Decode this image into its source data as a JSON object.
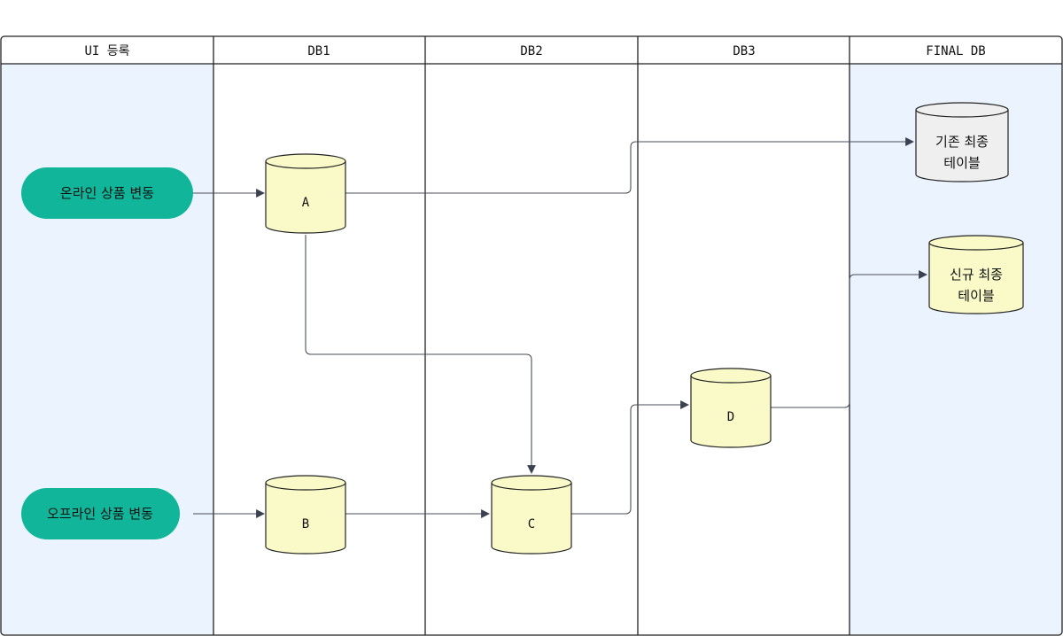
{
  "lanes": [
    {
      "title": "UI 등록"
    },
    {
      "title": "DB1"
    },
    {
      "title": "DB2"
    },
    {
      "title": "DB3"
    },
    {
      "title": "FINAL DB"
    }
  ],
  "sources": {
    "online": {
      "label": "온라인 상품 변동"
    },
    "offline": {
      "label": "오프라인 상품 변동"
    }
  },
  "databases": {
    "a": {
      "label": "A"
    },
    "b": {
      "label": "B"
    },
    "c": {
      "label": "C"
    },
    "d": {
      "label": "D"
    }
  },
  "final_tables": {
    "existing": {
      "line1": "기존 최종",
      "line2": "테이블"
    },
    "new": {
      "line1": "신규 최종",
      "line2": "테이블"
    }
  },
  "colors": {
    "source_fill": "#11b59a",
    "db_fill": "#fafac8",
    "existing_fill": "#efefef",
    "edge_lane_fill": "#eaf3fe",
    "edge_stroke": "#4a4f5c"
  }
}
